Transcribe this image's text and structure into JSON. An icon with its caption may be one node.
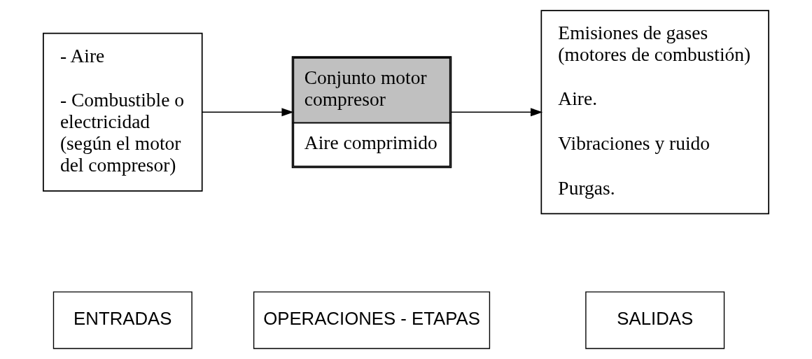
{
  "diagram": {
    "nodes": [
      {
        "text": [
          "ENTRADAS"
        ]
      },
      {
        "text": [
          "OPERACIONES - ETAPAS"
        ]
      },
      {
        "text": [
          "SALIDAS"
        ]
      },
      {
        "text": [
          "- Aire",
          "- Combustible o electricidad (según el motor del compresor)"
        ]
      },
      {
        "text": [
          "Conjunto motor compresor",
          "Aire comprimido"
        ]
      },
      {
        "text": [
          "Emisiones de gases (motores de combustión)",
          "Aire.",
          "Vibraciones y ruido",
          "Purgas."
        ]
      }
    ],
    "edges": [
      {
        "from": 3,
        "to": 4,
        "arrow": "to"
      },
      {
        "from": 4,
        "to": 5,
        "arrow": "to"
      }
    ]
  }
}
